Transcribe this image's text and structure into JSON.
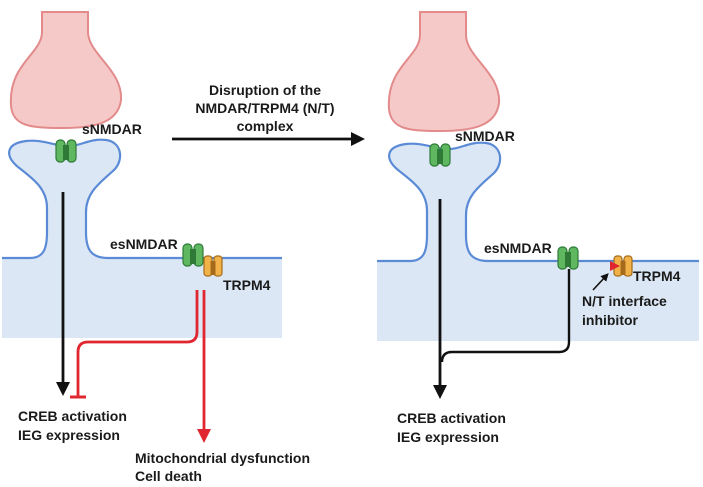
{
  "colors": {
    "presynaptic_fill": "#f6c9c9",
    "presynaptic_stroke": "#e38a8a",
    "spine_fill": "#dbe7f4",
    "membrane_stroke": "#5b8bd6",
    "nmdar_green": "#5fb860",
    "nmdar_dark": "#2f7a37",
    "trpm4_orange": "#f1b24a",
    "trpm4_dark": "#a56b1a",
    "toxic_red": "#e0262f",
    "black": "#111111"
  },
  "transition": {
    "line1": "Disruption of the",
    "line2": "NMDAR/TRPM4 (N/T)",
    "line3": "complex"
  },
  "left_panel": {
    "snmdar_label": "sNMDAR",
    "esnmdar_label": "esNMDAR",
    "trpm4_label": "TRPM4",
    "outcome_line1": "CREB activation",
    "outcome_line2": "IEG expression",
    "toxic_line1": "Mitochondrial dysfunction",
    "toxic_line2": "Cell death"
  },
  "right_panel": {
    "snmdar_label": "sNMDAR",
    "esnmdar_label": "esNMDAR",
    "trpm4_label": "TRPM4",
    "inhibitor_line1": "N/T interface",
    "inhibitor_line2": "inhibitor",
    "outcome_line1": "CREB activation",
    "outcome_line2": "IEG expression"
  },
  "icons": [
    "nmdar-receptor-icon",
    "trpm4-channel-icon",
    "inhibitor-wedge-icon"
  ]
}
